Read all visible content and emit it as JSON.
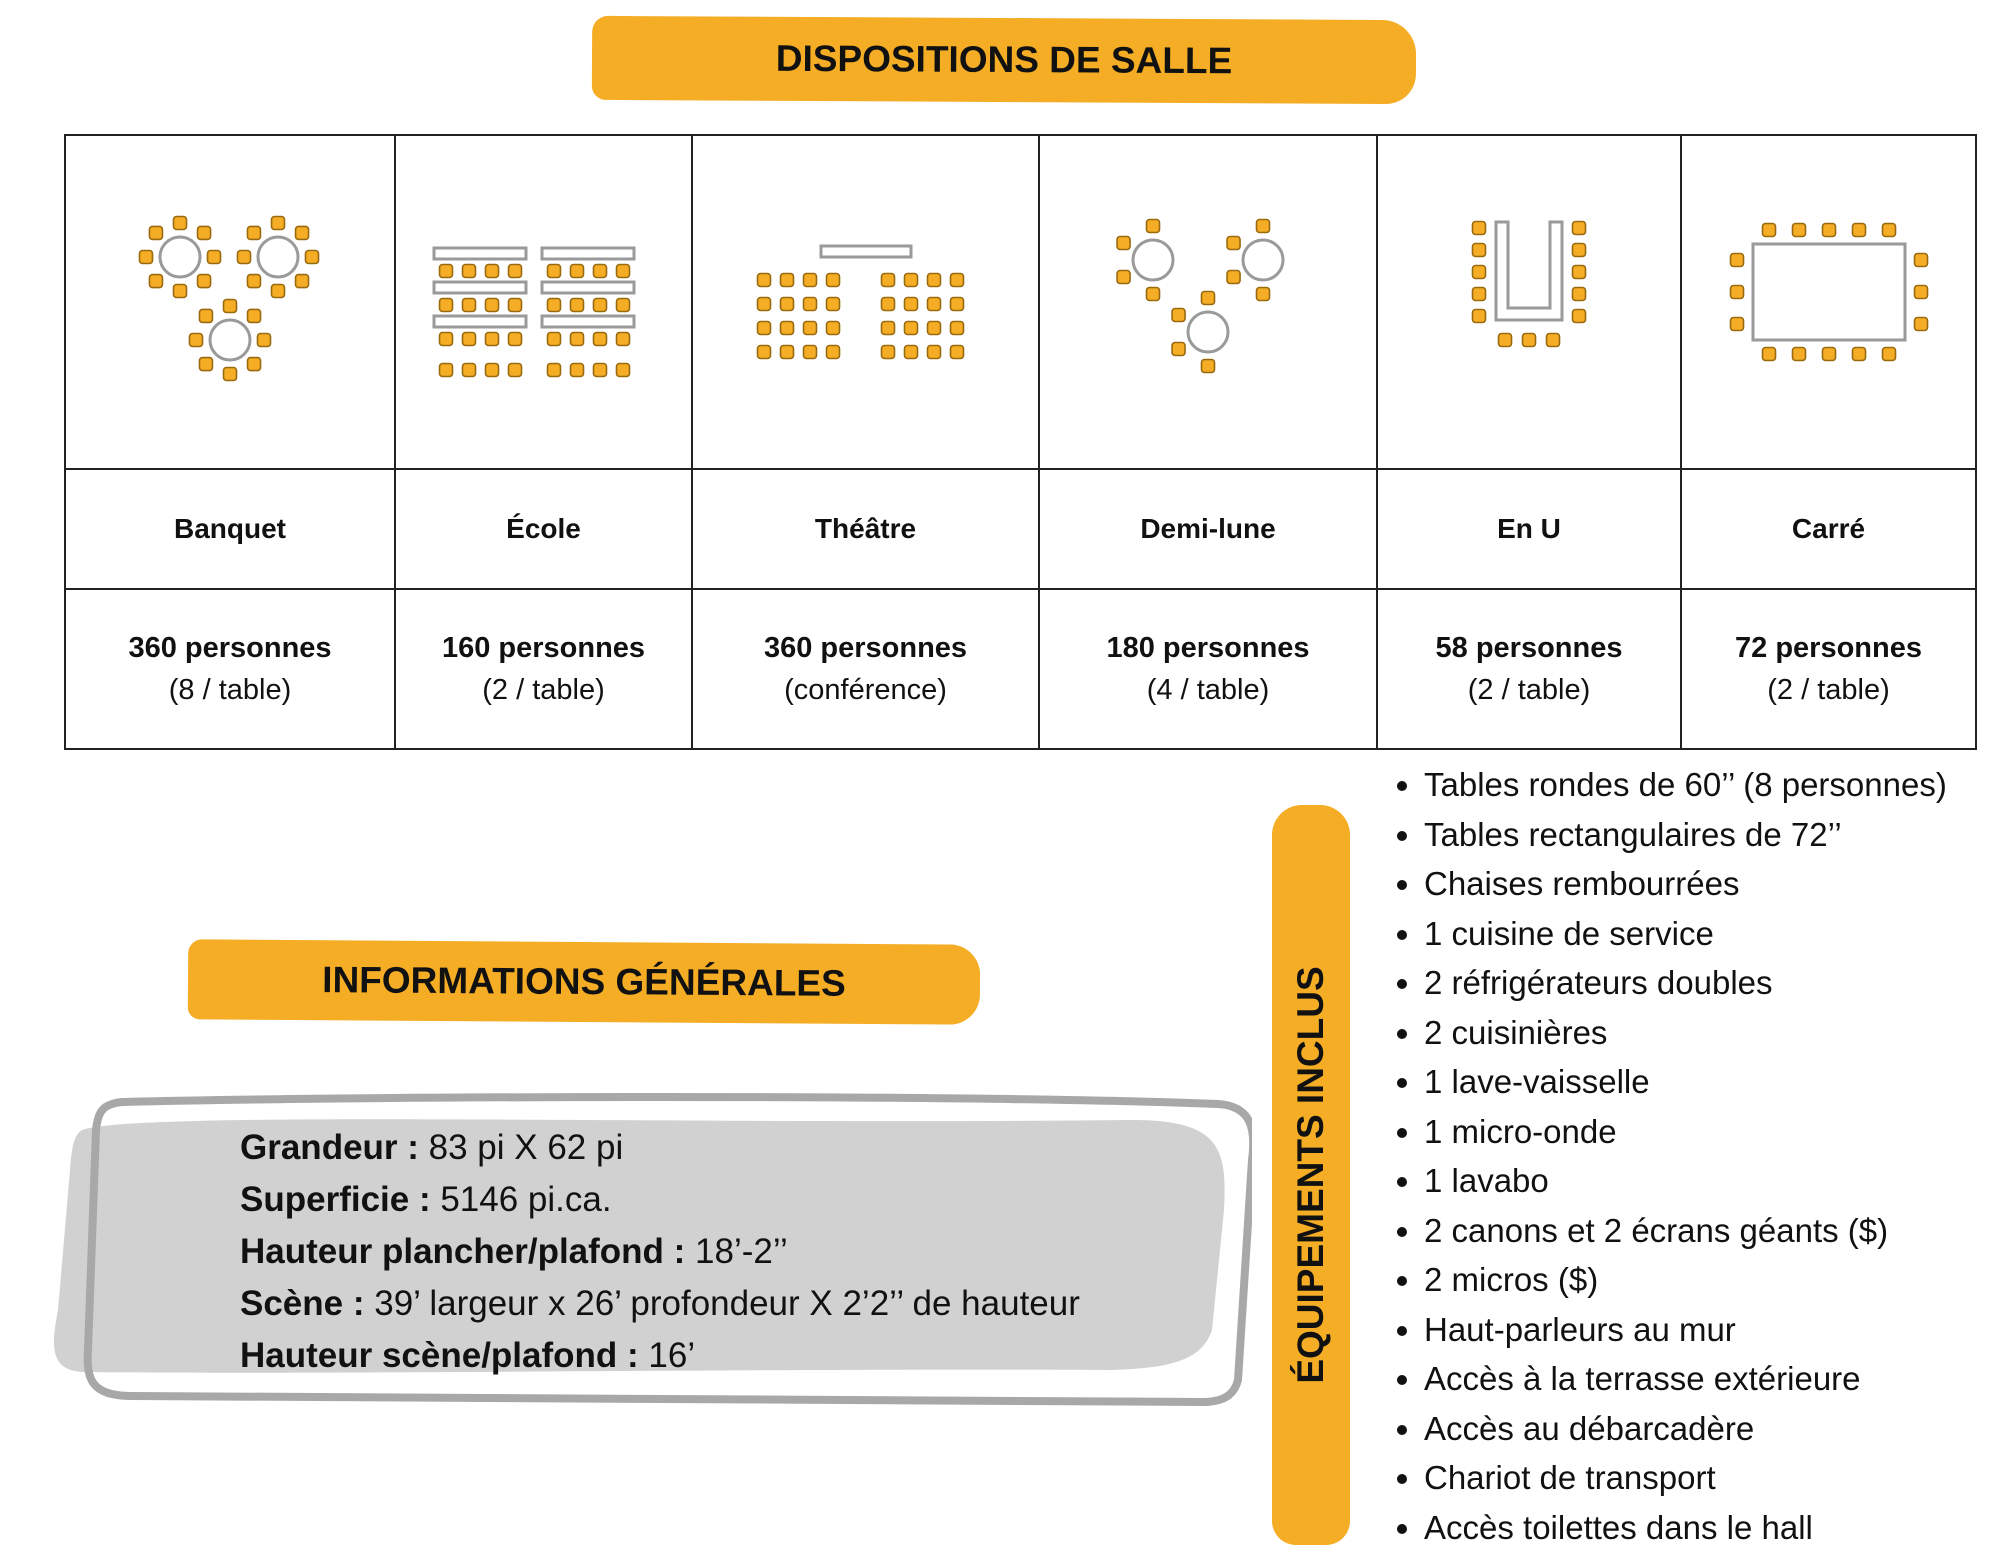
{
  "colors": {
    "accent": "#f4ad25",
    "box_fill": "#d1d1d1",
    "box_outline": "#a8a8a8"
  },
  "header": {
    "title": "DISPOSITIONS DE SALLE"
  },
  "layouts": [
    {
      "icon": "banquet-layout-icon",
      "name": "Banquet",
      "capacity": "360 personnes",
      "note": "(8 / table)"
    },
    {
      "icon": "school-layout-icon",
      "name": "École",
      "capacity": "160 personnes",
      "note": "(2 / table)"
    },
    {
      "icon": "theatre-layout-icon",
      "name": "Théâtre",
      "capacity": "360 personnes",
      "note": "(conférence)"
    },
    {
      "icon": "half-moon-layout-icon",
      "name": "Demi-lune",
      "capacity": "180 personnes",
      "note": "(4 / table)"
    },
    {
      "icon": "u-shape-layout-icon",
      "name": "En U",
      "capacity": "58 personnes",
      "note": "(2 / table)"
    },
    {
      "icon": "square-layout-icon",
      "name": "Carré",
      "capacity": "72 personnes",
      "note": "(2 / table)"
    }
  ],
  "general_info": {
    "title": "INFORMATIONS GÉNÉRALES",
    "rows": [
      {
        "label": "Grandeur :",
        "value": " 83 pi X 62 pi"
      },
      {
        "label": "Superficie :",
        "value": " 5146 pi.ca."
      },
      {
        "label": "Hauteur plancher/plafond :",
        "value": " 18’-2’’"
      },
      {
        "label": "Scène :",
        "value": " 39’ largeur x 26’ profondeur X 2’2’’ de hauteur"
      },
      {
        "label": "Hauteur scène/plafond :",
        "value": " 16’"
      }
    ]
  },
  "equipment": {
    "title": "ÉQUIPEMENTS INCLUS",
    "items": [
      "Tables rondes de 60’’ (8 personnes)",
      "Tables rectangulaires de 72’’",
      "Chaises rembourrées",
      "1 cuisine de service",
      "2 réfrigérateurs doubles",
      "2 cuisinières",
      "1 lave-vaisselle",
      "1 micro-onde",
      "1 lavabo",
      "2 canons et 2 écrans géants ($)",
      "2 micros ($)",
      "Haut-parleurs au mur",
      "Accès à la terrasse extérieure",
      "Accès au débarcadère",
      "Chariot de transport",
      "Accès toilettes dans le hall"
    ]
  }
}
